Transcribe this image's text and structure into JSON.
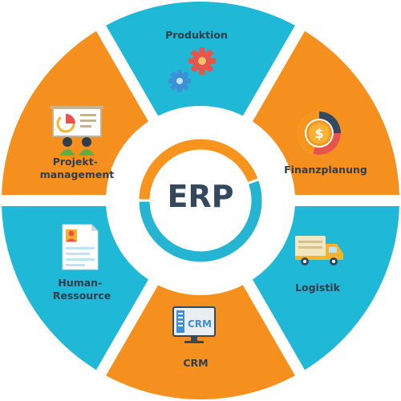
{
  "center": {
    "label": "ERP"
  },
  "segments": [
    {
      "id": "produktion",
      "lines": [
        "Produktion"
      ],
      "color": "#1fb8d6",
      "icon": "gears-icon"
    },
    {
      "id": "finanzplanung",
      "lines": [
        "Finanzplanung"
      ],
      "color": "#f5901e",
      "icon": "coin-pie-chart-icon"
    },
    {
      "id": "logistik",
      "lines": [
        "Logistik"
      ],
      "color": "#1fb8d6",
      "icon": "delivery-truck-icon"
    },
    {
      "id": "crm",
      "lines": [
        "CRM"
      ],
      "color": "#f5901e",
      "icon": "crm-monitor-icon"
    },
    {
      "id": "human-ressource",
      "lines": [
        "Human-",
        "Ressource"
      ],
      "color": "#1fb8d6",
      "icon": "resume-document-icon"
    },
    {
      "id": "projektmanagement",
      "lines": [
        "Projekt-",
        "management"
      ],
      "color": "#f5901e",
      "icon": "presentation-board-icon"
    }
  ],
  "crm_icon_text": "CRM",
  "colors": {
    "blue": "#1fb8d6",
    "orange": "#f5901e",
    "gear": "#ffffff",
    "inner_ring_blue": "#25b5d3",
    "inner_ring_orange": "#f7941d",
    "text": "#2f3d4c"
  }
}
